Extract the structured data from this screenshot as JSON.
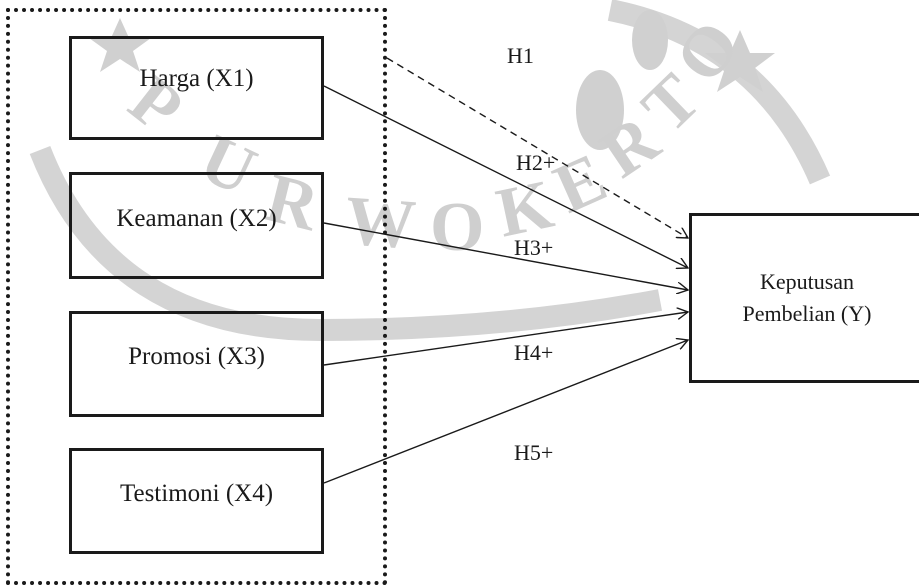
{
  "diagram": {
    "independent_variables": [
      {
        "id": "x1",
        "label": "Harga (X1)"
      },
      {
        "id": "x2",
        "label": "Keamanan (X2)"
      },
      {
        "id": "x3",
        "label": "Promosi (X3)"
      },
      {
        "id": "x4",
        "label": "Testimoni (X4)"
      }
    ],
    "dependent_variable": {
      "id": "y",
      "line1": "Keputusan",
      "line2": "Pembelian (Y)"
    },
    "hypotheses": [
      {
        "id": "h1",
        "label": "H1",
        "from": "all",
        "to": "y",
        "style": "dashed"
      },
      {
        "id": "h2",
        "label": "H2+",
        "from": "x1",
        "to": "y",
        "style": "solid"
      },
      {
        "id": "h3",
        "label": "H3+",
        "from": "x2",
        "to": "y",
        "style": "solid"
      },
      {
        "id": "h4",
        "label": "H4+",
        "from": "x3",
        "to": "y",
        "style": "solid"
      },
      {
        "id": "h5",
        "label": "H5+",
        "from": "x4",
        "to": "y",
        "style": "solid"
      }
    ],
    "watermark": {
      "text": "PURWOKERTO",
      "color": "#c8c8c8"
    },
    "line_color": "#1a1a1a"
  }
}
